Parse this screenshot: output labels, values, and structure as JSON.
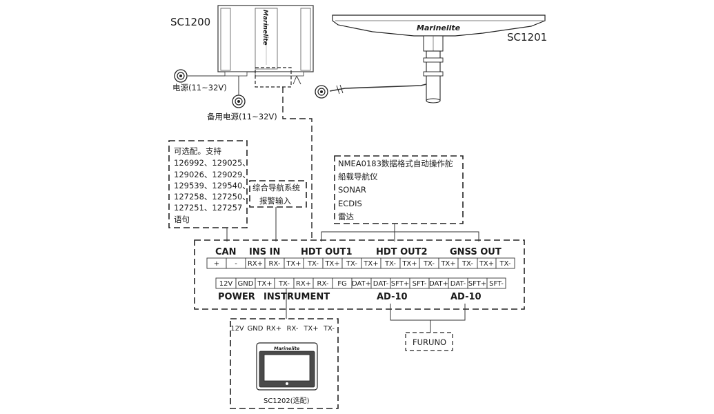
{
  "devices": {
    "sc1200_label": "SC1200",
    "sc1201_label": "SC1201",
    "sc1202_label": "SC1202(选配)",
    "brand": "Marinelite",
    "power_main": "电源(11~32V)",
    "power_backup": "备用电源(11~32V)"
  },
  "optional_box": {
    "lines": [
      "可选配。支持",
      "126992、129025、",
      "129026、129029、",
      "129539、129540、",
      "127258、127250、",
      "127251、127257",
      "语句"
    ]
  },
  "ins_box": {
    "lines": [
      "综合导航系统",
      "报警输入"
    ]
  },
  "nmea_box": {
    "lines": [
      "NMEA0183数据格式自动操作舵",
      "船载导航仪",
      "SONAR",
      "ECDIS",
      "雷达"
    ]
  },
  "top_headers": [
    {
      "name": "can",
      "label": "CAN"
    },
    {
      "name": "ins-in",
      "label": "INS IN"
    },
    {
      "name": "hdt-out1",
      "label": "HDT OUT1"
    },
    {
      "name": "hdt-out2",
      "label": "HDT OUT2"
    },
    {
      "name": "gnss-out",
      "label": "GNSS OUT"
    }
  ],
  "top_pins": [
    "+",
    "-",
    "RX+",
    "RX-",
    "TX+",
    "TX-",
    "TX+",
    "TX-",
    "TX+",
    "TX-",
    "TX+",
    "TX-",
    "TX+",
    "TX-",
    "TX+",
    "TX-"
  ],
  "bottom_pins": [
    "12V",
    "GND",
    "TX+",
    "TX-",
    "RX+",
    "RX-",
    "FG",
    "DAT+",
    "DAT-",
    "SFT+",
    "SFT-",
    "DAT+",
    "DAT-",
    "SFT+",
    "SFT-"
  ],
  "bottom_headers": [
    {
      "name": "power",
      "label": "POWER"
    },
    {
      "name": "instrument",
      "label": "INSTRUMENT"
    },
    {
      "name": "ad10-a",
      "label": "AD-10"
    },
    {
      "name": "ad10-b",
      "label": "AD-10"
    }
  ],
  "furuno_label": "FURUNO",
  "display_pins": [
    "12V",
    "GND",
    "RX+",
    "RX-",
    "TX+",
    "TX-"
  ]
}
